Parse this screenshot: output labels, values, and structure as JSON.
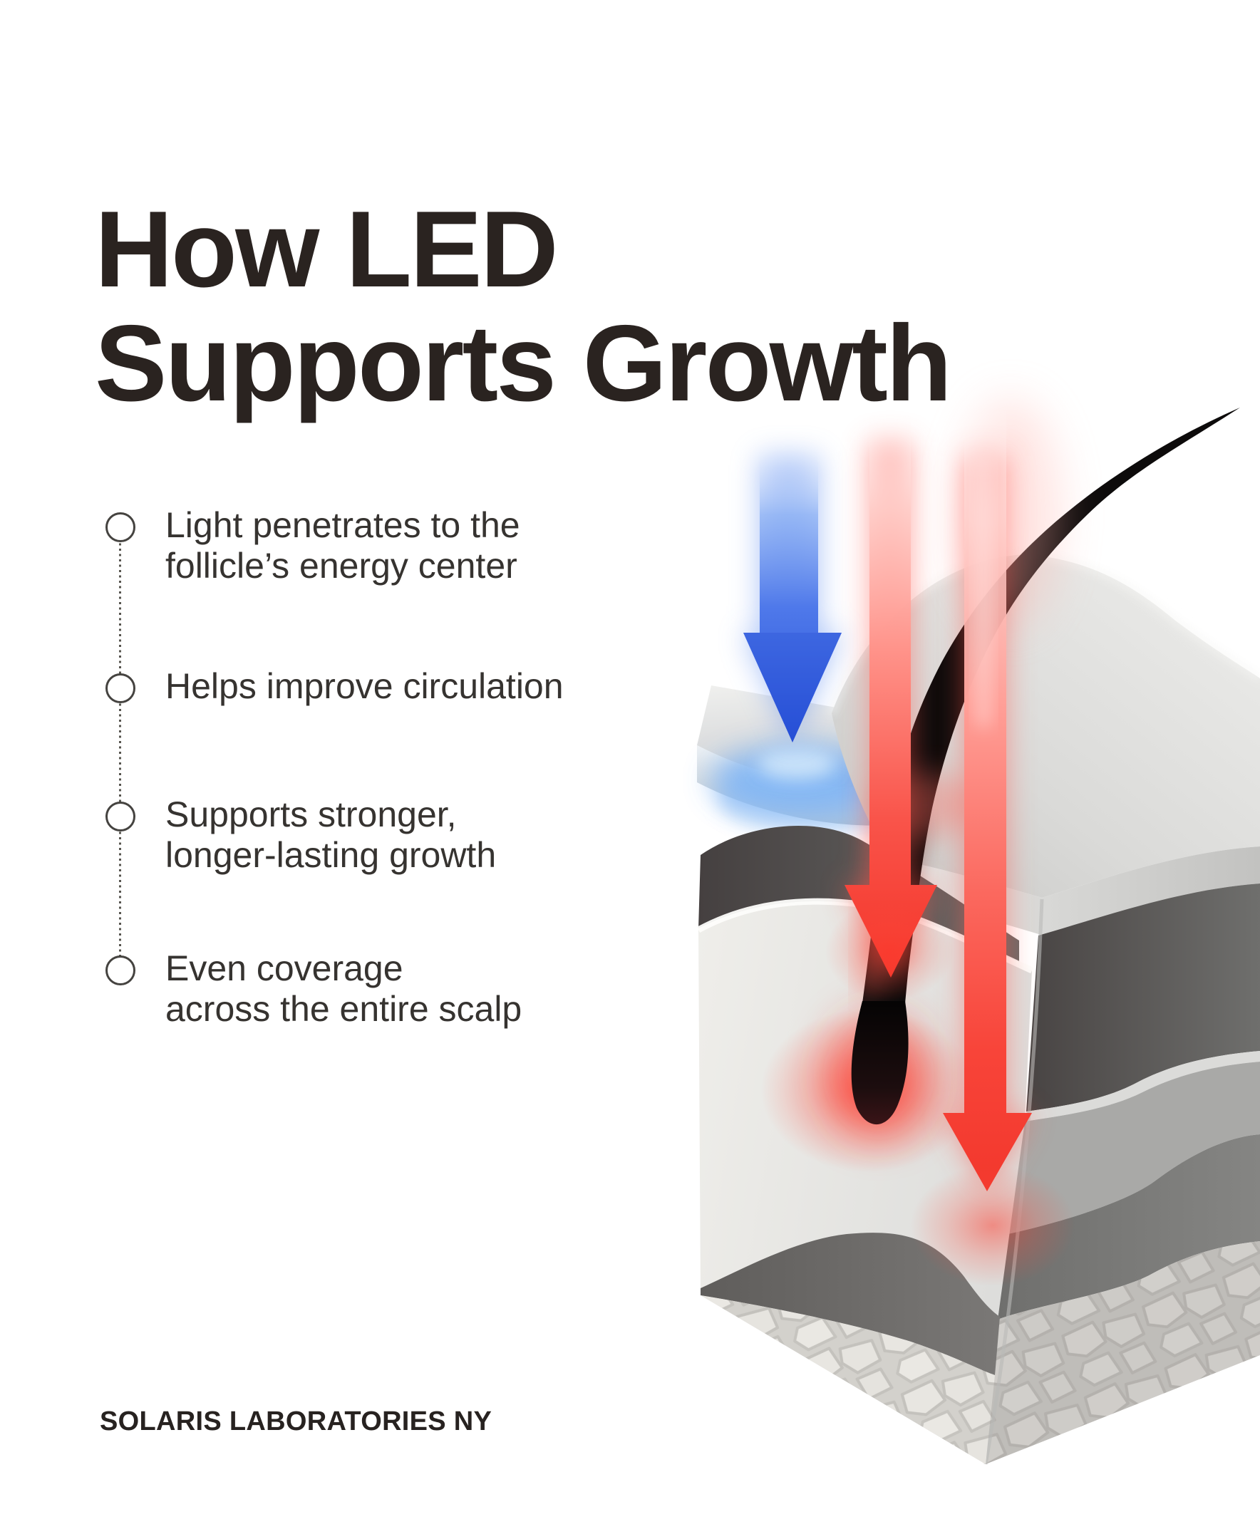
{
  "title": {
    "line1": "How LED",
    "line2": "Supports Growth"
  },
  "benefits": [
    {
      "label": "Light penetrates to the\nfollicle’s energy center"
    },
    {
      "label": "Helps improve circulation"
    },
    {
      "label": "Supports stronger,\nlonger-lasting growth"
    },
    {
      "label": "Even coverage\nacross the entire scalp"
    }
  ],
  "footer": {
    "brand": "SOLARIS LABORATORIES NY"
  },
  "colors": {
    "background": "#ffffff",
    "title_text": "#2a2320",
    "body_text": "#363330",
    "accent_blue": "#2f5fe2",
    "accent_red": "#f6413a",
    "skin_gray_light": "#dcdcda",
    "skin_gray_dark": "#5d5d5c"
  },
  "illustration": {
    "icons": [
      "blue-light-arrow-icon",
      "red-light-arrow-icon",
      "hair-strand-icon",
      "follicle-bulb-icon"
    ],
    "subject": "isometric scalp cross-section with lifted epidermis layer"
  }
}
